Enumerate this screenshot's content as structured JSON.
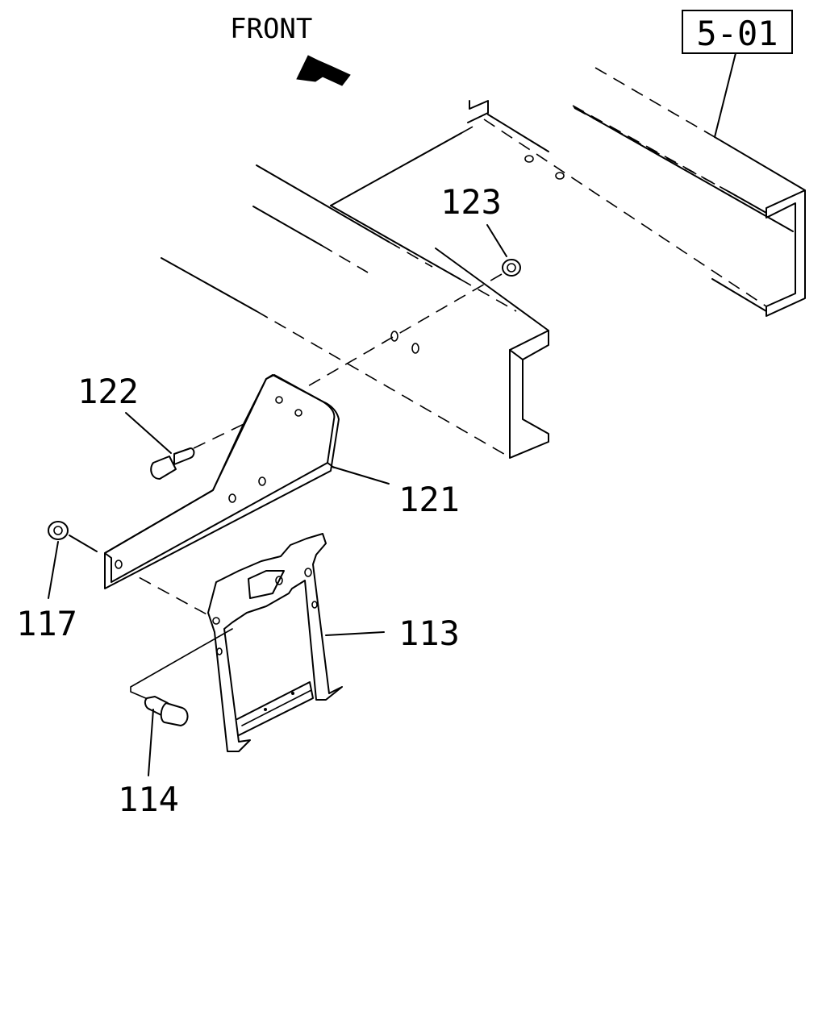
{
  "direction": {
    "label": "FRONT"
  },
  "reference": {
    "label": "5-01"
  },
  "callouts": [
    {
      "id": "123",
      "label": "123",
      "part": "nut"
    },
    {
      "id": "122",
      "label": "122",
      "part": "bolt"
    },
    {
      "id": "121",
      "label": "121",
      "part": "bracket"
    },
    {
      "id": "117",
      "label": "117",
      "part": "nut"
    },
    {
      "id": "113",
      "label": "113",
      "part": "carrier"
    },
    {
      "id": "114",
      "label": "114",
      "part": "bolt"
    }
  ],
  "colors": {
    "line": "#000000",
    "background": "#ffffff"
  }
}
